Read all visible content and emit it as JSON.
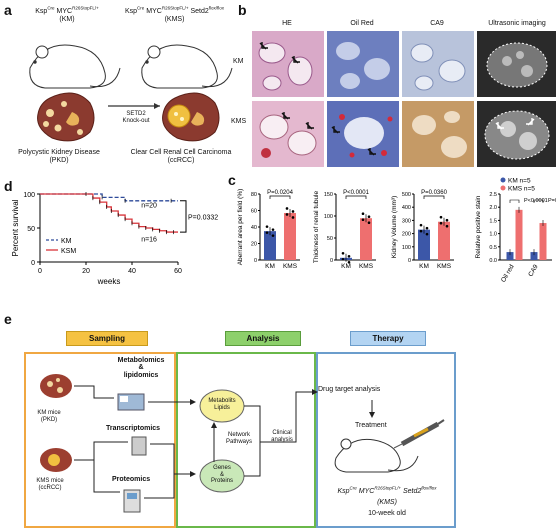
{
  "panel_a": {
    "label": "a",
    "km_genotype": "Ksp",
    "km_cre": "Cre",
    "km_myc": "MYC",
    "km_allele": "R26StopFL/+",
    "km_abbr": "(KM)",
    "kms_genotype": "Ksp",
    "kms_cre": "Cre",
    "kms_myc": "MYC",
    "kms_allele": "R26StopFL/+",
    "kms_setd2": "Setd2",
    "kms_setd2_sup": "flox/flox",
    "kms_abbr": "(KMS)",
    "knockout_line1": "SETD2",
    "knockout_line2": "Knock-out",
    "pkd_line1": "Polycystic Kidney Disease",
    "pkd_line2": "(PKD)",
    "ccrcc_line1": "Clear Cell Renal Cell Carcinoma",
    "ccrcc_line2": "(ccRCC)"
  },
  "panel_b": {
    "label": "b",
    "columns": [
      "HE",
      "Oil Red",
      "CA9",
      "Ultrasonic imaging"
    ],
    "rows": [
      "KM",
      "KMS"
    ]
  },
  "panel_d": {
    "label": "d",
    "ylabel": "Percent survival",
    "xlabel": "weeks",
    "legend": [
      "KM",
      "KSM"
    ],
    "n_km": "n=20",
    "n_kms": "n=16",
    "pvalue": "P=0.0332"
  },
  "panel_c": {
    "label": "c",
    "legend": [
      "KM n=5",
      "KMS n=5"
    ]
  },
  "panel_e": {
    "label": "e",
    "headers": [
      "Sampling",
      "Analysis",
      "Therapy"
    ],
    "km_mice_line1": "KM mice",
    "km_mice_line2": "(PKD)",
    "kms_mice_line1": "KMS mice",
    "kms_mice_line2": "(ccRCC)",
    "metabolomics_line1": "Metabolomics",
    "metabolomics_line2": "&",
    "metabolomics_line3": "lipidomics",
    "transcriptomics": "Transcriptomics",
    "proteomics": "Proteomics",
    "metabolits_line1": "Metabolits",
    "metabolits_line2": "Lipids",
    "genes_line1": "Genes",
    "genes_line2": "&",
    "genes_line3": "Proteins",
    "network_line1": "Network",
    "network_line2": "Pathways",
    "clinical_line1": "Clinical",
    "clinical_line2": "analysis",
    "drug_target": "Drug target analysis",
    "treatment": "Treatment",
    "therapy_genotype_ksp": "Ksp",
    "therapy_cre": "Cre",
    "therapy_myc": "MYC",
    "therapy_allele": "R26StopFL/+",
    "therapy_setd2": "Setd2",
    "therapy_setd2_sup": "flox/flox",
    "therapy_abbr": "(KMS)",
    "therapy_age": "10-week old"
  },
  "chart_data": [
    {
      "type": "line",
      "xlabel": "weeks",
      "ylabel": "Percent survival",
      "xlim": [
        0,
        60
      ],
      "ylim": [
        0,
        100
      ],
      "xticks": [
        0,
        20,
        40,
        60
      ],
      "yticks": [
        0,
        50,
        100
      ],
      "series": [
        {
          "name": "KM",
          "x": [
            0,
            27,
            37,
            57,
            60
          ],
          "y": [
            100,
            95,
            90,
            90,
            90
          ]
        },
        {
          "name": "KSM",
          "x": [
            0,
            20,
            23,
            26,
            29,
            31,
            34,
            37,
            40,
            43,
            46,
            49,
            52,
            55,
            58,
            60
          ],
          "y": [
            100,
            100,
            94,
            88,
            81,
            75,
            69,
            63,
            57,
            52,
            50,
            48,
            46,
            44,
            44,
            44
          ]
        }
      ]
    },
    {
      "type": "bar",
      "ylabel": "Aberrant area per field (%)",
      "categories": [
        "KM",
        "KMS"
      ],
      "values": [
        35,
        57
      ],
      "ylim": [
        0,
        80
      ],
      "yticks": [
        0,
        20,
        40,
        60,
        80
      ],
      "pvalue": "P=0.0204"
    },
    {
      "type": "bar",
      "ylabel": "Thickness of renal tubule",
      "categories": [
        "KM",
        "KMS"
      ],
      "values": [
        5,
        95
      ],
      "ylim": [
        0,
        150
      ],
      "yticks": [
        0,
        50,
        100,
        150
      ],
      "pvalue": "P<0.0001"
    },
    {
      "type": "bar",
      "ylabel": "Kidney Volume (mm³)",
      "categories": [
        "KM",
        "KMS"
      ],
      "values": [
        230,
        290
      ],
      "ylim": [
        0,
        500
      ],
      "yticks": [
        0,
        100,
        200,
        300,
        400,
        500
      ],
      "pvalue": "P=0.0360"
    },
    {
      "type": "bar",
      "ylabel": "Relative positive stain",
      "categories": [
        "Oil red",
        "CA9"
      ],
      "series": [
        {
          "name": "KM",
          "values": [
            0.3,
            0.3
          ]
        },
        {
          "name": "KMS",
          "values": [
            1.9,
            1.4
          ]
        }
      ],
      "ylim": [
        0,
        2.5
      ],
      "yticks": [
        0.0,
        0.5,
        1.0,
        1.5,
        2.0,
        2.5
      ],
      "pvalues": [
        "P<0.0001",
        "P=0.0009"
      ]
    }
  ]
}
